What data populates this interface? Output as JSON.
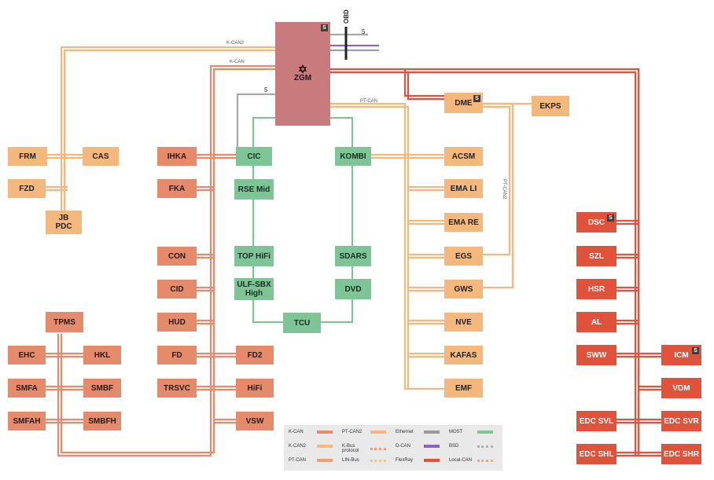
{
  "nodes": {
    "frm": "FRM",
    "cas": "CAS",
    "fzd": "FZD",
    "jb_pdc": "JB\nPDC",
    "ihka": "IHKA",
    "fka": "FKA",
    "con": "CON",
    "cid": "CID",
    "hud": "HUD",
    "fd": "FD",
    "fd2": "FD2",
    "trsvc": "TRSVC",
    "hifi": "HiFi",
    "vsw": "VSW",
    "tpms": "TPMS",
    "ehc": "EHC",
    "hkl": "HKL",
    "smfa": "SMFA",
    "smbf": "SMBF",
    "smfah": "SMFAH",
    "smbfh": "SMBFH",
    "cic": "CIC",
    "rse_mid": "RSE Mid",
    "top_hifi": "TOP HiFi",
    "ulf_sbx": "ULF-SBX\nHigh",
    "tcu": "TCU",
    "kombi": "KOMBI",
    "sdars": "SDARS",
    "dvd": "DVD",
    "zgm": "ZGM",
    "dme": "DME",
    "ekps": "EKPS",
    "acsm": "ACSM",
    "ema_li": "EMA LI",
    "ema_re": "EMA RE",
    "egs": "EGS",
    "gws": "GWS",
    "nve": "NVE",
    "kafas": "KAFAS",
    "emf": "EMF",
    "dsc": "DSC",
    "szl": "SZL",
    "hsr": "HSR",
    "al": "AL",
    "sww": "SWW",
    "icm": "ICM",
    "vdm": "VDM",
    "edc_svl": "EDC SVL",
    "edc_svr": "EDC SVR",
    "edc_shl": "EDC SHL",
    "edc_shr": "EDC SHR"
  },
  "badges": {
    "s": "S"
  },
  "bus_labels": {
    "k_can2": "K-CAN2",
    "k_can": "K-CAN",
    "pt_can": "PT-CAN",
    "pt_can2": "PT-CAN2",
    "obd": "OBD",
    "five_a": "5",
    "five_b": "5"
  },
  "icons": {
    "zgm": "star-of-david-icon"
  },
  "colors": {
    "k_can": "#e68a6c",
    "k_can2": "#f5b87c",
    "pt_can": "#f0a070",
    "pt_can2": "#f5b87c",
    "most": "#7fc497",
    "flexray": "#e0533a",
    "ethernet": "#999999",
    "d_can": "#8866bb",
    "bsd": "#b0b0b8",
    "k_bus": "#e8a088",
    "lin_bus": "#f0c878",
    "local_can": "#f0a878"
  },
  "legend": [
    {
      "label": "K-CAN",
      "color_key": "k_can"
    },
    {
      "label": "K-CAN2",
      "color_key": "k_can2"
    },
    {
      "label": "PT-CAN",
      "color_key": "pt_can"
    },
    {
      "label": "PT-CAN2",
      "color_key": "pt_can2"
    },
    {
      "label": "K-Bus protocol",
      "color_key": "k_bus"
    },
    {
      "label": "LIN-Bus",
      "color_key": "lin_bus"
    },
    {
      "label": "Ethernet",
      "color_key": "ethernet"
    },
    {
      "label": "D-CAN",
      "color_key": "d_can"
    },
    {
      "label": "FlexRay",
      "color_key": "flexray"
    },
    {
      "label": "MOST",
      "color_key": "most"
    },
    {
      "label": "BSD",
      "color_key": "bsd"
    },
    {
      "label": "Local-CAN",
      "color_key": "local_can"
    }
  ]
}
